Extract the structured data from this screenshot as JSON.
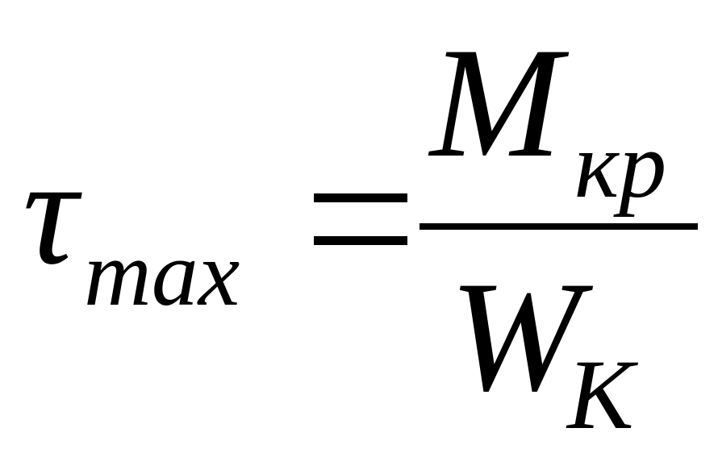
{
  "formula": {
    "lhs": {
      "symbol": "τ",
      "subscript": "max"
    },
    "operator": "=",
    "rhs": {
      "numerator": {
        "symbol": "M",
        "subscript": "кр"
      },
      "denominator": {
        "symbol": "W",
        "subscript": "K"
      }
    }
  }
}
